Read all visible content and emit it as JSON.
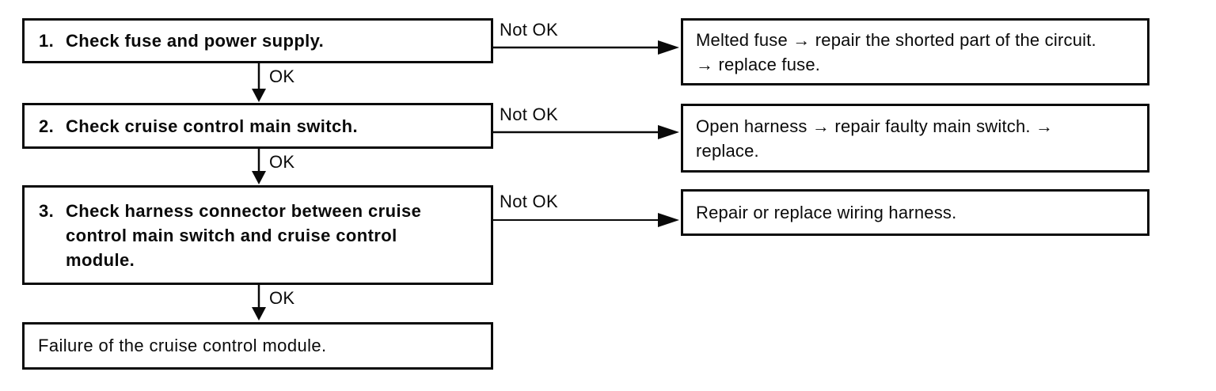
{
  "flowchart": {
    "steps": [
      {
        "number": "1.",
        "text": "Check fuse and power supply."
      },
      {
        "number": "2.",
        "text": "Check cruise control main switch."
      },
      {
        "number": "3.",
        "text": "Check harness connector between cruise control main switch and cruise control module."
      }
    ],
    "remedies": [
      "Melted fuse → repair the shorted part of the circuit. → replace fuse.",
      "Open harness → repair faulty main switch. → replace.",
      "Repair or replace wiring harness."
    ],
    "terminal": "Failure of the cruise control module.",
    "labels": {
      "ok": "OK",
      "not_ok": "Not OK"
    },
    "colors": {
      "ink": "#0a0a0a",
      "paper": "#ffffff"
    }
  }
}
